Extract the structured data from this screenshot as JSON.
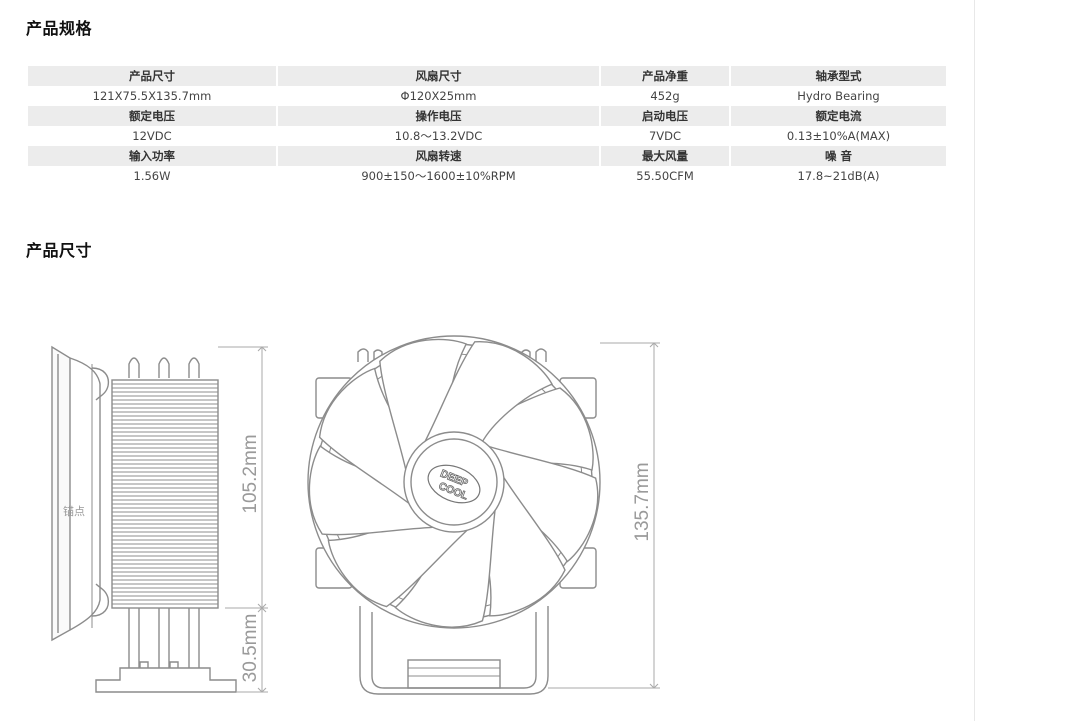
{
  "spec_section": {
    "title": "产品规格",
    "rows": [
      {
        "headers": [
          "产品尺寸",
          "风扇尺寸",
          "产品净重",
          "轴承型式"
        ],
        "values": [
          "121X75.5X135.7mm",
          "Φ120X25mm",
          "452g",
          "Hydro Bearing"
        ]
      },
      {
        "headers": [
          "额定电压",
          "操作电压",
          "启动电压",
          "额定电流"
        ],
        "values": [
          "12VDC",
          "10.8～13.2VDC",
          "7VDC",
          "0.13±10%A(MAX)"
        ]
      },
      {
        "headers": [
          "输入功率",
          "风扇转速",
          "最大风量",
          "噪 音"
        ],
        "values": [
          "1.56W",
          "900±150～1600±10%RPM",
          "55.50CFM",
          "17.8~21dB(A)"
        ]
      }
    ]
  },
  "dim_section": {
    "title": "产品尺寸",
    "side_view": {
      "height_upper": "105.2mm",
      "height_lower": "30.5mm",
      "clip_label": "锚点"
    },
    "front_view": {
      "total_height": "135.7mm",
      "logo_line1": "DEEP",
      "logo_line2": "COOL"
    }
  },
  "colors": {
    "header_bg": "#ececec",
    "line": "#8c8c8c",
    "dim_text": "#9a9a9a"
  }
}
